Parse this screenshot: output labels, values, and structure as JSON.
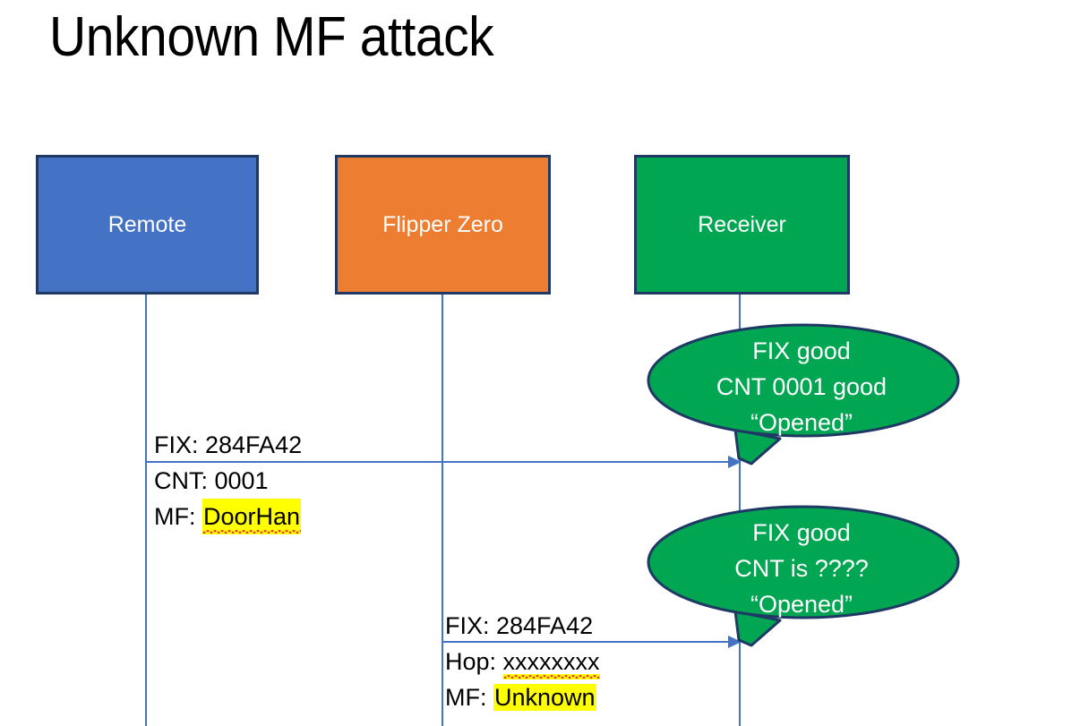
{
  "slide": {
    "title": "Unknown MF attack"
  },
  "actors": [
    {
      "id": "remote",
      "label": "Remote",
      "color": "#4472C4",
      "border": "#1F3864"
    },
    {
      "id": "flipper",
      "label": "Flipper Zero",
      "color": "#ED7D31",
      "border": "#1F3864"
    },
    {
      "id": "receiver",
      "label": "Receiver",
      "color": "#00A651",
      "border": "#1F3864"
    }
  ],
  "messages": [
    {
      "id": "msg-remote-to-receiver",
      "from": "remote",
      "to": "receiver",
      "lines": [
        "FIX: 284FA42",
        "CNT: 0001",
        "MF: DoorHan"
      ],
      "line1": "FIX: 284FA42",
      "line2": "CNT: 0001",
      "line3_prefix": "MF: ",
      "line3_value": "DoorHan",
      "highlight_color": "#FFFF00",
      "spellcheck_underline": true
    },
    {
      "id": "msg-flipper-to-receiver",
      "from": "flipper",
      "to": "receiver",
      "lines": [
        "FIX: 284FA42",
        "Hop: xxxxxxxx",
        "MF: Unknown"
      ],
      "line1": "FIX: 284FA42",
      "line2_prefix": "Hop: ",
      "line2_value": "xxxxxxxx",
      "line3_prefix": "MF: ",
      "line3_value": "Unknown",
      "highlight_color": "#FFFF00",
      "spellcheck_underline": true
    }
  ],
  "callouts": [
    {
      "id": "callout-good",
      "attached_to": "receiver",
      "fill": "#00A651",
      "stroke": "#1F3864",
      "lines": [
        "FIX good",
        "CNT 0001 good",
        "“Opened”"
      ],
      "line1": "FIX good",
      "line2": "CNT 0001 good",
      "line3": "“Opened”"
    },
    {
      "id": "callout-unknown",
      "attached_to": "receiver",
      "fill": "#00A651",
      "stroke": "#1F3864",
      "lines": [
        "FIX good",
        "CNT is ????",
        "“Opened”"
      ],
      "line1": "FIX good",
      "line2": "CNT is ????",
      "line3": "“Opened”"
    }
  ],
  "colors": {
    "lifeline": "#4472C4",
    "arrow": "#4472C4",
    "highlight": "#FFFF00",
    "spell_underline": "#E8432E",
    "background": "#FFFFFF"
  }
}
